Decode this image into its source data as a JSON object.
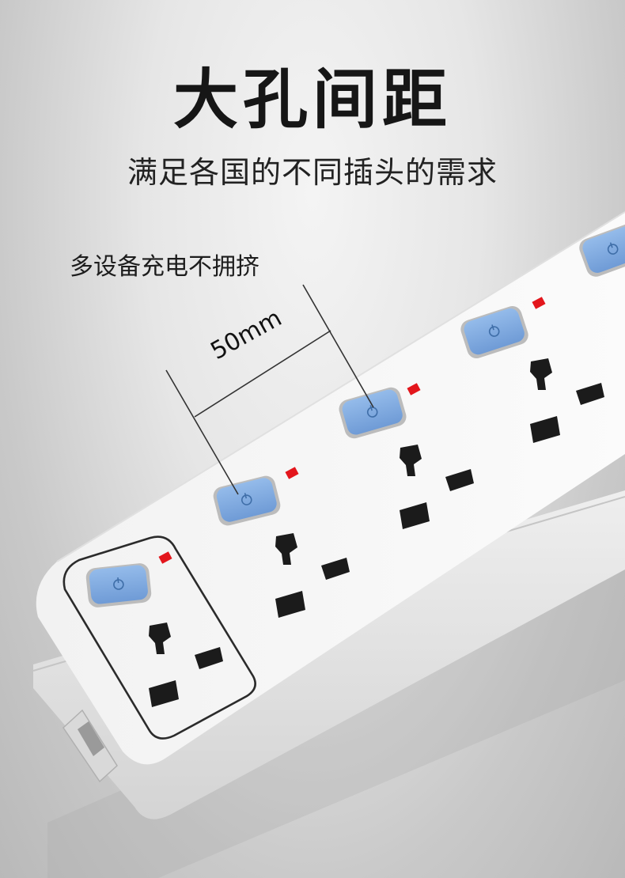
{
  "headline": "大孔间距",
  "subheadline": "满足各国的不同插头的需求",
  "note": "多设备充电不拥挤",
  "measurement": "50mm",
  "colors": {
    "switch_blue": "#7fa9de",
    "indicator_red": "#e3161c",
    "strip_white": "#f6f6f6",
    "text_dark": "#161616"
  },
  "icons": [
    "power-icon",
    "indicator-light",
    "universal-socket"
  ]
}
